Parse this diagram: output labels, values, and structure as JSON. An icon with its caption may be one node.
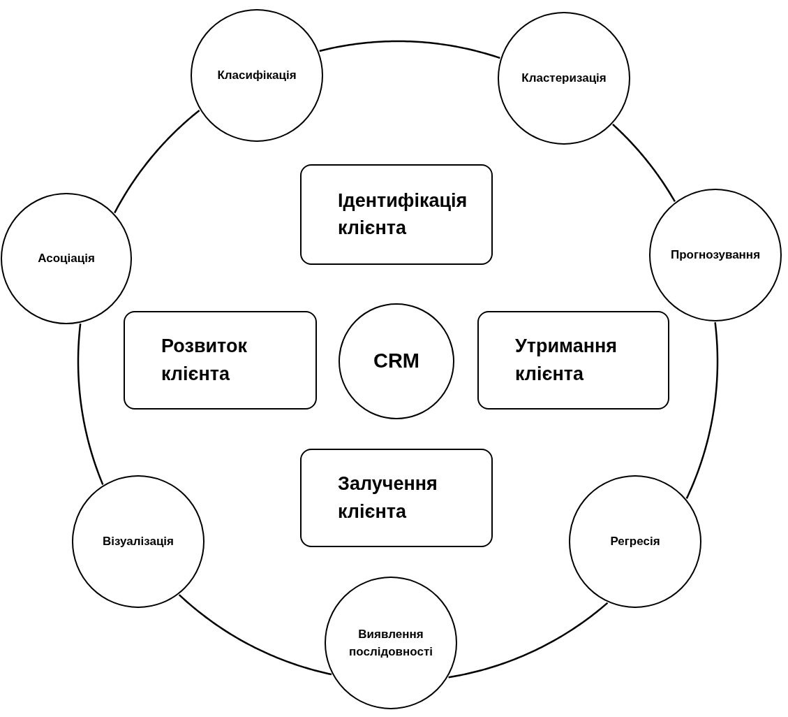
{
  "diagram": {
    "nodes": [
      {
        "text": [
          "Класифікація"
        ]
      },
      {
        "text": [
          "Кластеризація"
        ]
      },
      {
        "text": [
          "Ідентифікація клієнта"
        ]
      },
      {
        "text": [
          "Асоціація"
        ]
      },
      {
        "text": [
          "Прогнозування"
        ]
      },
      {
        "text": [
          "Розвиток клієнта"
        ]
      },
      {
        "text": [
          "CRM"
        ]
      },
      {
        "text": [
          "Утримання клієнта"
        ]
      },
      {
        "text": [
          "Залучення клієнта"
        ]
      },
      {
        "text": [
          "Візуалізація"
        ]
      },
      {
        "text": [
          "Регресія"
        ]
      },
      {
        "text": [
          "Виявлення послідовності"
        ]
      }
    ],
    "edges": [
      {
        "from": 0,
        "to": 1,
        "arrow": "none"
      },
      {
        "from": 1,
        "to": 4,
        "arrow": "none"
      },
      {
        "from": 4,
        "to": 10,
        "arrow": "none"
      },
      {
        "from": 10,
        "to": 11,
        "arrow": "none"
      },
      {
        "from": 11,
        "to": 9,
        "arrow": "none"
      },
      {
        "from": 9,
        "to": 3,
        "arrow": "none"
      },
      {
        "from": 3,
        "to": 0,
        "arrow": "none"
      }
    ]
  }
}
